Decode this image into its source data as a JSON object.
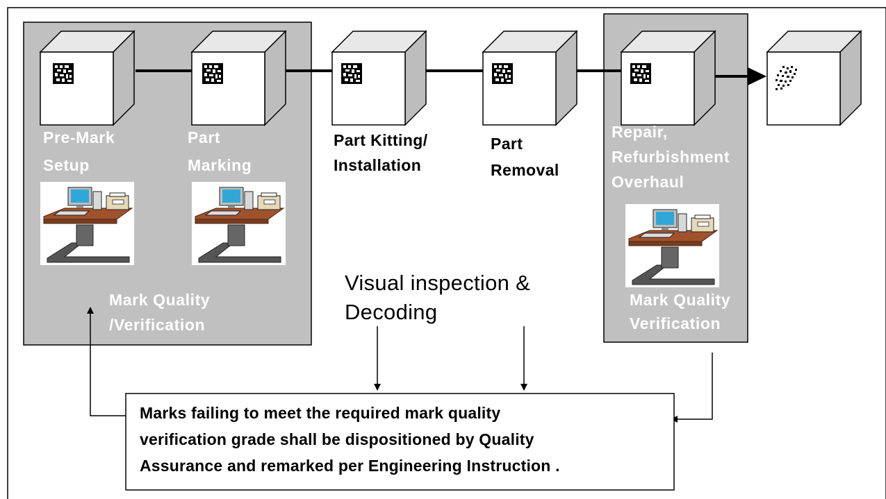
{
  "stages": [
    {
      "label_lines": [
        "Pre-Mark",
        "Setup"
      ]
    },
    {
      "label_lines": [
        "Part",
        "Marking"
      ]
    },
    {
      "label_lines": [
        "Part Kitting/",
        "Installation"
      ]
    },
    {
      "label_lines": [
        "Part",
        "Removal"
      ]
    },
    {
      "label_lines": [
        "Repair,",
        "Refurbishment",
        "Overhaul"
      ]
    }
  ],
  "left_group": {
    "verification_lines": [
      "Mark Quality",
      "/Verification"
    ]
  },
  "right_group": {
    "verification_lines": [
      "Mark Quality",
      "Verification"
    ]
  },
  "inspection": {
    "lines": [
      "Visual inspection &",
      "Decoding"
    ]
  },
  "note": {
    "lines": [
      "Marks failing to meet the required mark quality",
      "verification grade shall be dispositioned by Quality",
      "Assurance and remarked per Engineering Instruction ."
    ]
  },
  "colors": {
    "group_fill": "#c0c0c0",
    "cube_face": "#ffffff",
    "cube_side": "#bdbdbd",
    "cube_top": "#e8e8e8",
    "desk_top": "#a0522d",
    "desk_base": "#555555",
    "monitor_screen": "#2fa8d8"
  },
  "icons": {
    "cube": "box-3d-icon",
    "code": "data-matrix-icon",
    "workstation": "computer-workstation-icon"
  }
}
